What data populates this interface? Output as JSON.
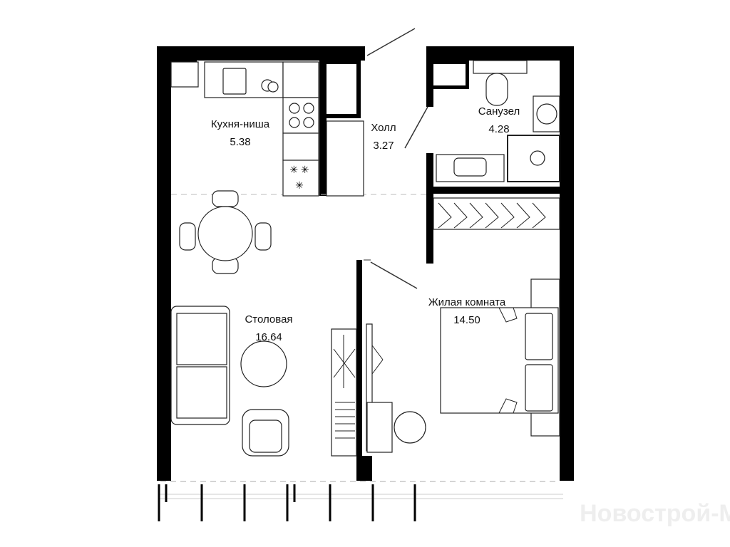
{
  "rooms": [
    {
      "name": "Кухня-ниша",
      "area": "5.38"
    },
    {
      "name": "Холл",
      "area": "3.27"
    },
    {
      "name": "Санузел",
      "area": "4.28"
    },
    {
      "name": "Столовая",
      "area": "16.64"
    },
    {
      "name": "Жилая комната",
      "area": "14.50"
    }
  ],
  "watermark": "Новострой-М"
}
